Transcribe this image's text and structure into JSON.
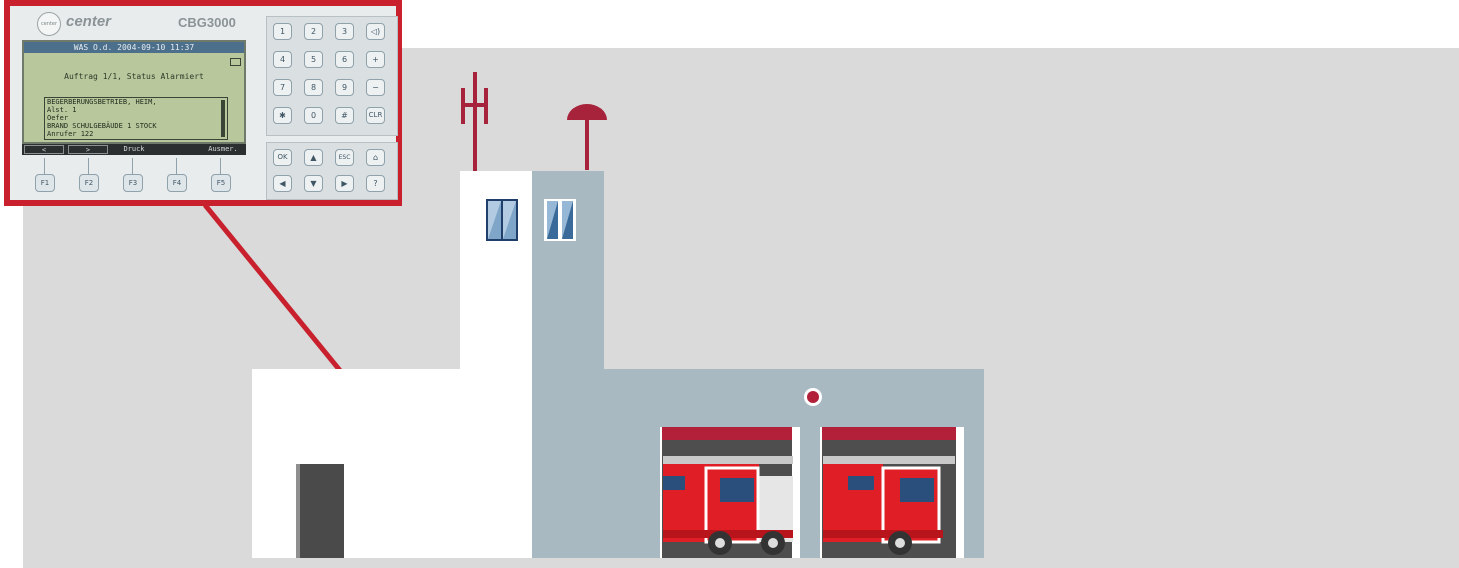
{
  "device": {
    "brand_badge": "center",
    "brand": "center",
    "model": "CBG3000",
    "screen": {
      "title_bar": "WAS O.d.  2004-09-10 11:37",
      "status_line": "Auftrag 1/1, Status Alarmiert",
      "message_lines": [
        "BEGERBERUNGSBETRIEB, HEIM,",
        "Alst. 1",
        "Oefer",
        "BRAND SCHULGEBÄUDE 1 STOCK",
        "Anrufer 122"
      ]
    },
    "softkeys": [
      "<",
      ">",
      "Druck",
      "",
      "Ausmer."
    ],
    "function_keys": [
      "F1",
      "F2",
      "F3",
      "F4",
      "F5"
    ],
    "keypad_keys": [
      "1",
      "2",
      "3",
      "◁)",
      "4",
      "5",
      "6",
      "+",
      "7",
      "8",
      "9",
      "−",
      "✱",
      "0",
      "#",
      "CLR"
    ],
    "nav_keys": [
      "OK",
      "▲",
      "ESC",
      "⌂",
      "◀",
      "▼",
      "▶",
      "?"
    ]
  },
  "colors": {
    "frame": "#c8202d",
    "lcd_bg": "#b9c79c",
    "building_white": "#ffffff",
    "building_blue": "#a9b9c1",
    "accent_red": "#b2203a",
    "truck_red": "#e01e26"
  }
}
